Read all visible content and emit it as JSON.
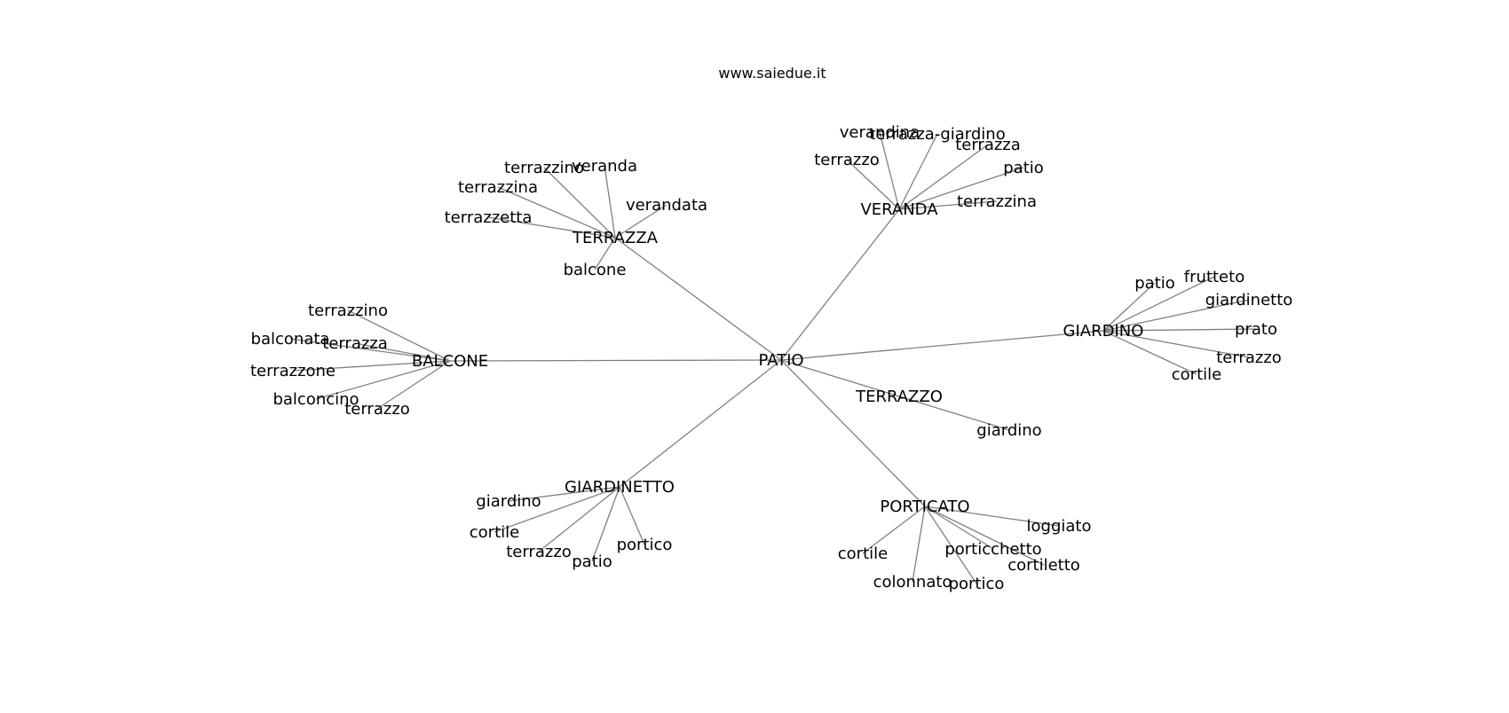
{
  "site": "www.saiedue.it",
  "root": "PATIO",
  "groups": [
    {
      "hub": "TERRAZZA",
      "leaves": [
        "terrazzino",
        "veranda",
        "terrazzina",
        "verandata",
        "terrazzetta",
        "balcone"
      ]
    },
    {
      "hub": "VERANDA",
      "leaves": [
        "verandina",
        "terrazza-giardino",
        "terrazza",
        "terrazzo",
        "patio",
        "terrazzina"
      ]
    },
    {
      "hub": "GIARDINO",
      "leaves": [
        "patio",
        "frutteto",
        "giardinetto",
        "prato",
        "terrazzo",
        "cortile"
      ]
    },
    {
      "hub": "BALCONE",
      "leaves": [
        "terrazzino",
        "balconata",
        "terrazza",
        "terrazzone",
        "balconcino",
        "terrazzo"
      ]
    },
    {
      "hub": "TERRAZZO",
      "leaves": [
        "giardino"
      ]
    },
    {
      "hub": "GIARDINETTO",
      "leaves": [
        "giardino",
        "cortile",
        "terrazzo",
        "patio",
        "portico"
      ]
    },
    {
      "hub": "PORTICATO",
      "leaves": [
        "loggiato",
        "cortile",
        "porticchetto",
        "cortiletto",
        "colonnato",
        "portico"
      ]
    }
  ]
}
